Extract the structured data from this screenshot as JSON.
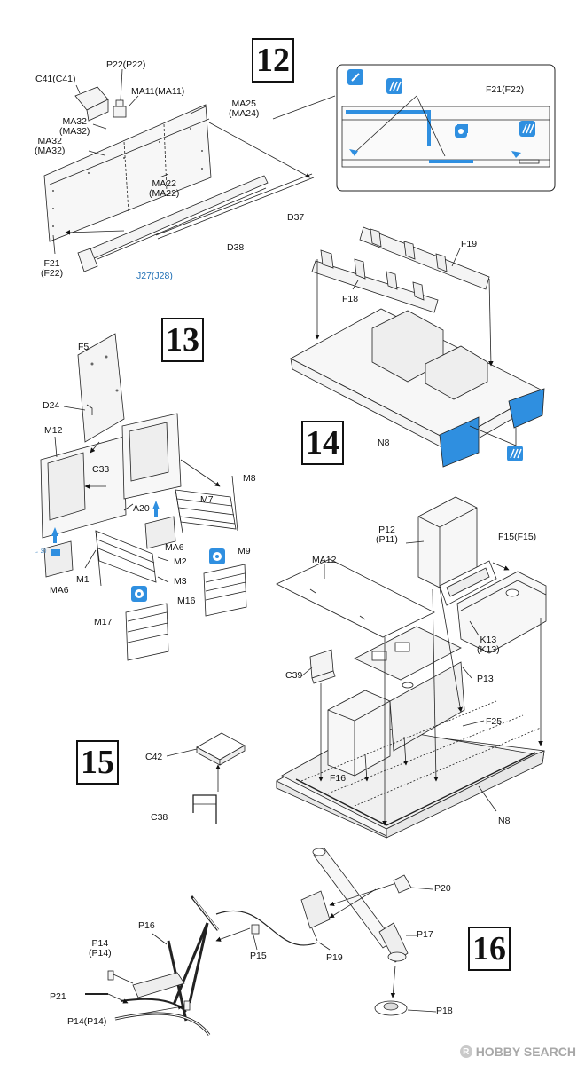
{
  "steps": {
    "s12": "12",
    "s13": "13",
    "s14": "14",
    "s15": "15",
    "s16": "16"
  },
  "labels": {
    "c41": "C41(C41)",
    "p22": "P22(P22)",
    "ma11": "MA11(MA11)",
    "ma25": "MA25\n(MA24)",
    "ma32a": "MA32\n(MA32)",
    "ma32b": "MA32\n(MA32)",
    "ma22": "MA22\n(MA22)",
    "d37": "D37",
    "d38": "D38",
    "j27": "J27(J28)",
    "f21": "F21\n(F22)",
    "f21_inset": "F21(F22)",
    "f19": "F19",
    "f18": "F18",
    "n8_14": "N8",
    "f5": "F5",
    "d24": "D24",
    "m12": "M12",
    "c33": "C33",
    "m8": "M8",
    "m7": "M7",
    "a20": "A20",
    "ma6a": "MA6",
    "ma6b": "MA6",
    "m9": "M9",
    "m1": "M1",
    "m2": "M2",
    "m3": "M3",
    "m16": "M16",
    "m17": "M17",
    "ref30": "→ 30",
    "ma12": "MA12",
    "p12": "P12\n(P11)",
    "f15": "F15(F15)",
    "k13": "K13\n(K13)",
    "c39": "C39",
    "p13": "P13",
    "f25": "F25",
    "c42": "C42",
    "f16": "F16",
    "c38": "C38",
    "n8_15": "N8",
    "p20": "P20",
    "p16": "P16",
    "p17": "P17",
    "p14a": "P14\n(P14)",
    "p15": "P15",
    "p19": "P19",
    "p21": "P21",
    "p14b": "P14(P14)",
    "p18": "P18"
  },
  "watermark": "HOBBY SEARCH",
  "colors": {
    "blue": "#2f8fe0",
    "line": "#222222",
    "part_fill": "#f4f4f4"
  }
}
